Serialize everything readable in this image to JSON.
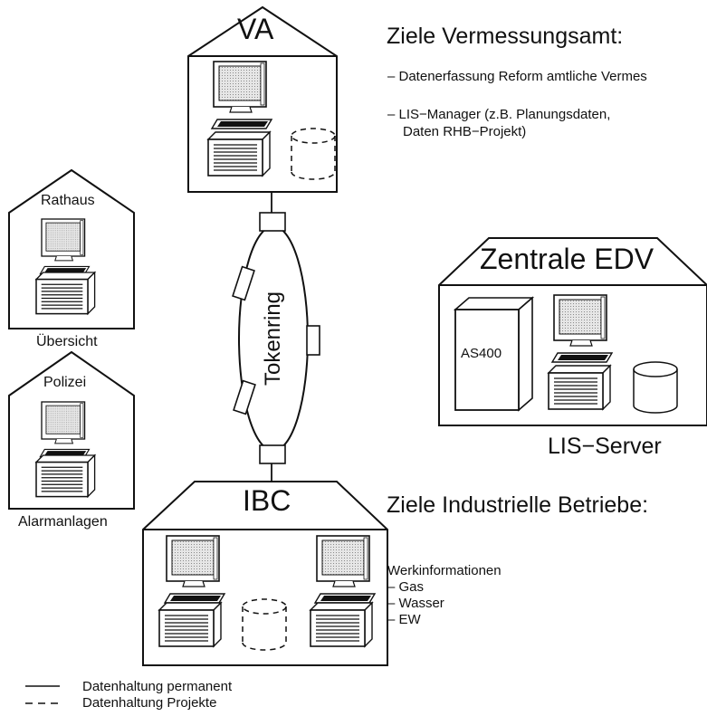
{
  "buildings": {
    "va": {
      "title": "VA"
    },
    "rathaus": {
      "title": "Rathaus",
      "caption": "Übersicht"
    },
    "polizei": {
      "title": "Polizei",
      "caption": "Alarmanlagen"
    },
    "zentrale": {
      "title": "Zentrale EDV",
      "server_label": "AS400",
      "caption": "LIS−Server"
    },
    "ibc": {
      "title": "IBC"
    }
  },
  "network": {
    "label": "Tokenring"
  },
  "goals": {
    "va": {
      "title": "Ziele Vermessungsamt:",
      "items": [
        "– Datenerfassung Reform amtliche Vermes",
        "– LIS−Manager (z.B. Planungsdaten,",
        "Daten RHB−Projekt)"
      ]
    },
    "ibc": {
      "title": "Ziele Industrielle Betriebe:",
      "intro": "Werkinformationen",
      "items": [
        "– Gas",
        "– Wasser",
        "– EW"
      ]
    }
  },
  "legend": {
    "permanent": "Datenhaltung permanent",
    "projects": "Datenhaltung Projekte"
  },
  "colors": {
    "line": "#111111",
    "screen": "#cfcfcf",
    "background": "#ffffff"
  }
}
